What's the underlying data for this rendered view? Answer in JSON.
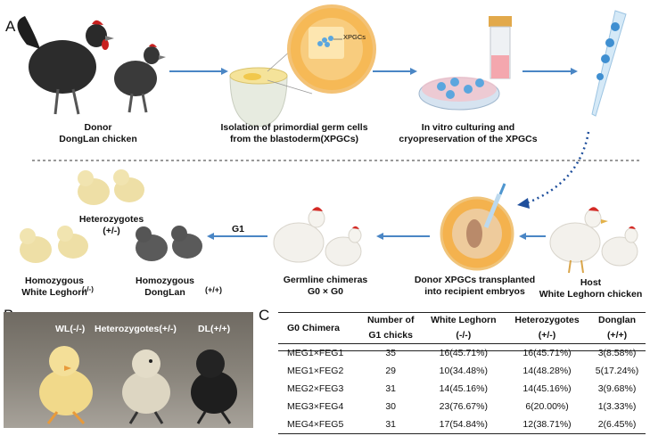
{
  "panels": {
    "a": "A",
    "b": "B",
    "c": "C"
  },
  "top_row": {
    "donor_caption": [
      "Donor",
      "DongLan chicken"
    ],
    "isolation_caption": [
      "Isolation of primordial germ cells",
      "from the blastoderm(XPGCs)"
    ],
    "culture_caption": [
      "In vitro culturing and",
      "cryopreservation of the XPGCs"
    ],
    "xpgcs_label": "XPGCs"
  },
  "bottom_row": {
    "host_caption": [
      "Host",
      "White Leghorn chicken"
    ],
    "transplant_caption": [
      "Donor XPGCs transplanted",
      "into recipient embryos"
    ],
    "chimera_caption": [
      "Germline chimeras",
      "G0 × G0"
    ],
    "g1_label": "G1",
    "hetero_caption": [
      "Heterozygotes",
      "(+/-)"
    ],
    "homo_wl_caption": [
      "Homozygous",
      "White Leghorn"
    ],
    "homo_wl_geno": "(-/-)",
    "homo_dl_caption": [
      "Homozygous",
      "DongLan"
    ],
    "homo_dl_geno": "(+/+)"
  },
  "photo": {
    "label_wl": "WL(-/-)",
    "label_het": "Heterozygotes(+/-)",
    "label_dl": "DL(+/+)"
  },
  "colors": {
    "arrow": "#4a86c5",
    "dotted_arrow": "#1f4f9c",
    "yellow_chick": "#eedfa6",
    "gray_chick": "#5a5a5a"
  },
  "table": {
    "headers": [
      [
        "G0 Chimera"
      ],
      [
        "Number of",
        "G1 chicks"
      ],
      [
        "White Leghorn",
        "(-/-)"
      ],
      [
        "Heterozygotes",
        "(+/-)"
      ],
      [
        "Donglan",
        "(+/+)"
      ]
    ],
    "rows": [
      [
        "MEG1×FEG1",
        "35",
        "16(45.71%)",
        "16(45.71%)",
        "3(8.58%)"
      ],
      [
        "MEG1×FEG2",
        "29",
        "10(34.48%)",
        "14(48.28%)",
        "5(17.24%)"
      ],
      [
        "MEG2×FEG3",
        "31",
        "14(45.16%)",
        "14(45.16%)",
        "3(9.68%)"
      ],
      [
        "MEG3×FEG4",
        "30",
        "23(76.67%)",
        "6(20.00%)",
        "1(3.33%)"
      ],
      [
        "MEG4×FEG5",
        "31",
        "17(54.84%)",
        "12(38.71%)",
        "2(6.45%)"
      ]
    ]
  }
}
